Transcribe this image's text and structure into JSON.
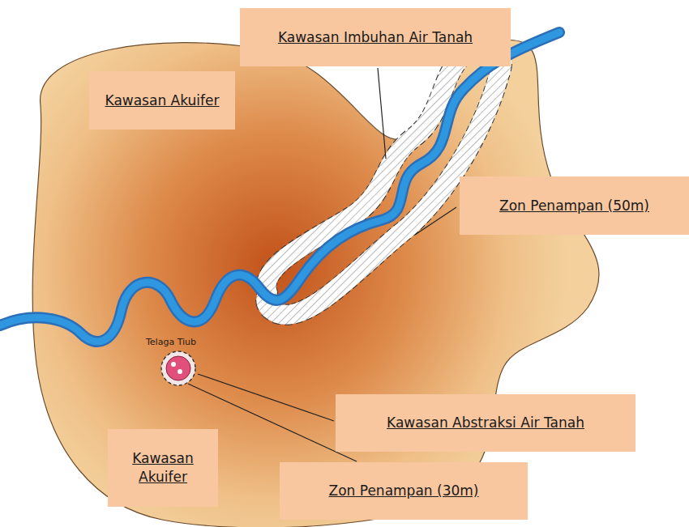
{
  "diagram": {
    "nodes": [
      {
        "text": [
          "Kawasan Imbuhan Air Tanah"
        ]
      },
      {
        "text": [
          "Kawasan Akuifer"
        ]
      },
      {
        "text": [
          "Zon Penampan (50m)"
        ]
      },
      {
        "text": [
          "Kawasan Abstraksi Air Tanah"
        ]
      },
      {
        "text": [
          "Kawasan Akuifer"
        ]
      },
      {
        "text": [
          "Zon Penampan (30m)"
        ]
      }
    ],
    "labels": [
      "Telaga Tiub"
    ]
  }
}
